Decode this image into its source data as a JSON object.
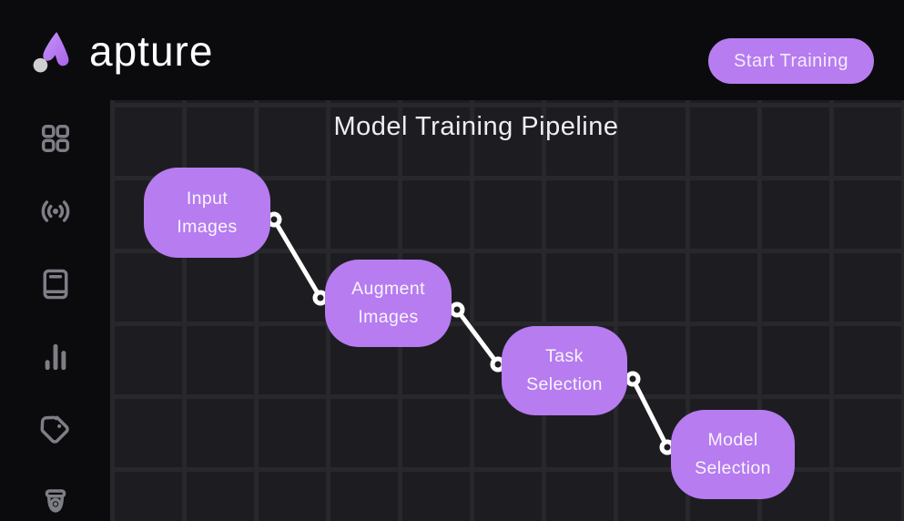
{
  "brand": {
    "name": "apture"
  },
  "header": {
    "start_training_label": "Start Training"
  },
  "sidebar": {
    "items": [
      {
        "id": "dashboard",
        "icon": "grid-icon"
      },
      {
        "id": "broadcast",
        "icon": "broadcast-icon"
      },
      {
        "id": "notebook",
        "icon": "book-icon"
      },
      {
        "id": "analytics",
        "icon": "bar-chart-icon"
      },
      {
        "id": "labels",
        "icon": "tag-icon"
      },
      {
        "id": "camera",
        "icon": "dome-camera-icon"
      }
    ]
  },
  "canvas": {
    "title": "Model Training Pipeline",
    "nodes": [
      {
        "id": "input-images",
        "lines": [
          "Input",
          "Images"
        ]
      },
      {
        "id": "augment-images",
        "lines": [
          "Augment",
          "Images"
        ]
      },
      {
        "id": "task-selection",
        "lines": [
          "Task",
          "Selection"
        ]
      },
      {
        "id": "model-selection",
        "lines": [
          "Model",
          "Selection"
        ]
      }
    ],
    "edges": [
      {
        "from": "input-images",
        "to": "augment-images"
      },
      {
        "from": "augment-images",
        "to": "task-selection"
      },
      {
        "from": "task-selection",
        "to": "model-selection"
      }
    ]
  },
  "colors": {
    "accent_purple": "#b77cf0",
    "app_background": "#0b0b0e",
    "canvas_cell": "#1d1d21",
    "grid_line": "#28282c",
    "edge_white": "#ffffff",
    "icon_gray": "#7e7e86",
    "logo_dot_gray": "#cfcfd2"
  }
}
